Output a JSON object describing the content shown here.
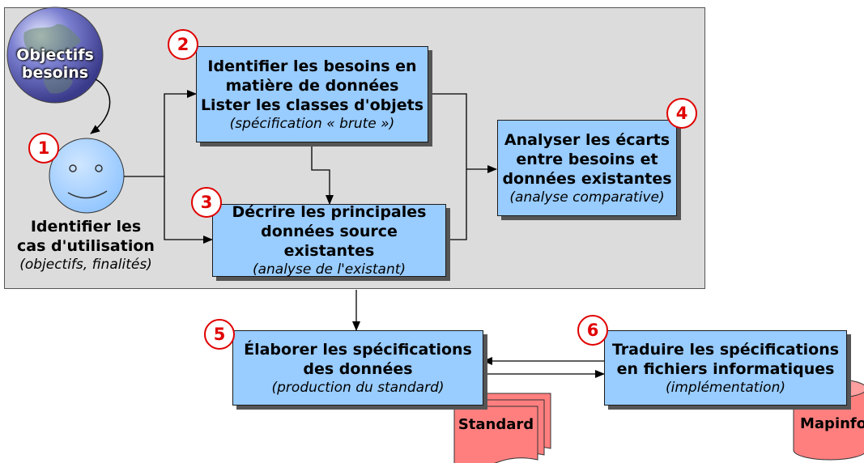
{
  "globe": {
    "line1": "Objectifs",
    "line2": "besoins"
  },
  "badges": [
    "1",
    "2",
    "3",
    "4",
    "5",
    "6"
  ],
  "step1": {
    "line1": "Identifier les",
    "line2": "cas d'utilisation",
    "sub": "(objectifs, finalités)"
  },
  "step2": {
    "line1": "Identifier les besoins en",
    "line2": "matière de données",
    "line3": "Lister les classes d'objets",
    "sub": "(spécification « brute »)"
  },
  "step3": {
    "line1": "Décrire les principales",
    "line2": "données source existantes",
    "sub": "(analyse de l'existant)"
  },
  "step4": {
    "line1": "Analyser les écarts",
    "line2": "entre besoins et",
    "line3": "données existantes",
    "sub": "(analyse comparative)"
  },
  "step5": {
    "line1": "Élaborer les spécifications",
    "line2": "des données",
    "sub": "(production du standard)"
  },
  "step6": {
    "line1": "Traduire les spécifications",
    "line2": "en fichiers informatiques",
    "sub": "(implémentation)"
  },
  "outputs": {
    "document": "Standard",
    "database": "Mapinfo"
  },
  "colors": {
    "box_fill": "#99ccff",
    "panel_fill": "#dcdcdc",
    "badge": "#e00000",
    "output_fill": "#ff7f7f"
  }
}
